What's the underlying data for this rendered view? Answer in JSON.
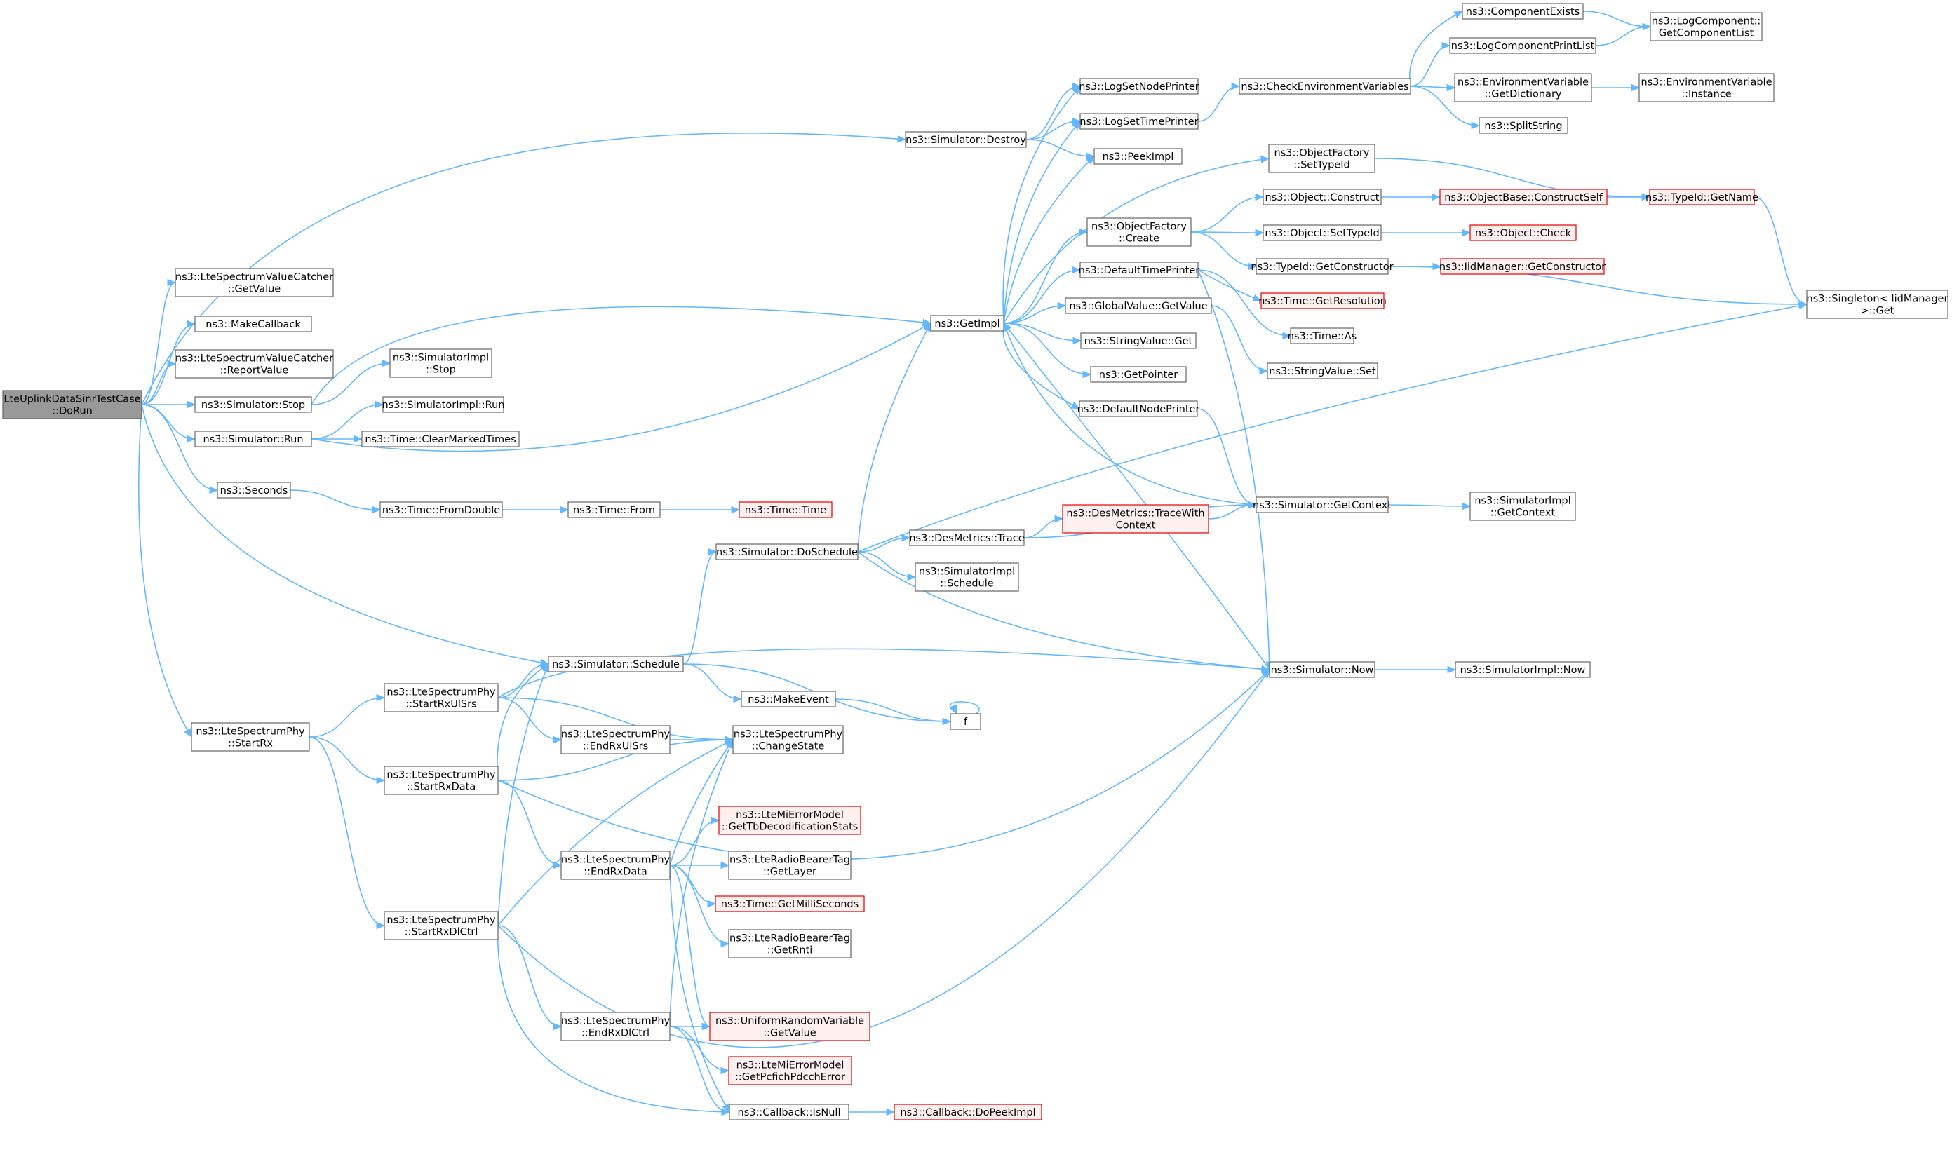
{
  "colors": {
    "edge": "#63b8ff",
    "node_border": "#666666",
    "node_fill": "#ffffff",
    "highlight_border": "#e50000",
    "highlight_fill": "#fff0f0",
    "root_fill": "#999999"
  },
  "nodes": [
    {
      "id": "root",
      "lines": [
        "LteUplinkDataSinrTestCase",
        "::DoRun"
      ],
      "style": "root"
    },
    {
      "id": "destroy",
      "lines": [
        "ns3::Simulator::Destroy"
      ]
    },
    {
      "id": "catcherGetValue",
      "lines": [
        "ns3::LteSpectrumValueCatcher",
        "::GetValue"
      ]
    },
    {
      "id": "makeCallback",
      "lines": [
        "ns3::MakeCallback"
      ]
    },
    {
      "id": "catcherReport",
      "lines": [
        "ns3::LteSpectrumValueCatcher",
        "::ReportValue"
      ]
    },
    {
      "id": "simStop",
      "lines": [
        "ns3::Simulator::Stop"
      ]
    },
    {
      "id": "simRun",
      "lines": [
        "ns3::Simulator::Run"
      ]
    },
    {
      "id": "seconds",
      "lines": [
        "ns3::Seconds"
      ]
    },
    {
      "id": "schedule",
      "lines": [
        "ns3::Simulator::Schedule"
      ]
    },
    {
      "id": "startRx",
      "lines": [
        "ns3::LteSpectrumPhy",
        "::StartRx"
      ]
    },
    {
      "id": "implStop",
      "lines": [
        "ns3::SimulatorImpl",
        "::Stop"
      ]
    },
    {
      "id": "implRun",
      "lines": [
        "ns3::SimulatorImpl::Run"
      ]
    },
    {
      "id": "clearMarked",
      "lines": [
        "ns3::Time::ClearMarkedTimes"
      ]
    },
    {
      "id": "fromDouble",
      "lines": [
        "ns3::Time::FromDouble"
      ]
    },
    {
      "id": "timeFrom",
      "lines": [
        "ns3::Time::From"
      ]
    },
    {
      "id": "timeTime",
      "lines": [
        "ns3::Time::Time"
      ],
      "style": "red"
    },
    {
      "id": "getImpl",
      "lines": [
        "ns3::GetImpl"
      ]
    },
    {
      "id": "logNode",
      "lines": [
        "ns3::LogSetNodePrinter"
      ]
    },
    {
      "id": "logTime",
      "lines": [
        "ns3::LogSetTimePrinter"
      ]
    },
    {
      "id": "peekImpl",
      "lines": [
        "ns3::PeekImpl"
      ]
    },
    {
      "id": "ofCreate",
      "lines": [
        "ns3::ObjectFactory",
        "::Create"
      ]
    },
    {
      "id": "defTime",
      "lines": [
        "ns3::DefaultTimePrinter"
      ]
    },
    {
      "id": "gvGetValue",
      "lines": [
        "ns3::GlobalValue::GetValue"
      ]
    },
    {
      "id": "svGet",
      "lines": [
        "ns3::StringValue::Get"
      ]
    },
    {
      "id": "getPointer",
      "lines": [
        "ns3::GetPointer"
      ]
    },
    {
      "id": "defNode",
      "lines": [
        "ns3::DefaultNodePrinter"
      ]
    },
    {
      "id": "checkEnv",
      "lines": [
        "ns3::CheckEnvironmentVariables"
      ]
    },
    {
      "id": "ofSetTypeId",
      "lines": [
        "ns3::ObjectFactory",
        "::SetTypeId"
      ]
    },
    {
      "id": "objConstruct",
      "lines": [
        "ns3::Object::Construct"
      ]
    },
    {
      "id": "objSetTypeId",
      "lines": [
        "ns3::Object::SetTypeId"
      ]
    },
    {
      "id": "tidGetCtor",
      "lines": [
        "ns3::TypeId::GetConstructor"
      ]
    },
    {
      "id": "getRes",
      "lines": [
        "ns3::Time::GetResolution"
      ],
      "style": "red"
    },
    {
      "id": "timeAs",
      "lines": [
        "ns3::Time::As"
      ]
    },
    {
      "id": "svSet",
      "lines": [
        "ns3::StringValue::Set"
      ]
    },
    {
      "id": "getContext",
      "lines": [
        "ns3::Simulator::GetContext"
      ]
    },
    {
      "id": "simNow",
      "lines": [
        "ns3::Simulator::Now"
      ]
    },
    {
      "id": "compExists",
      "lines": [
        "ns3::ComponentExists"
      ]
    },
    {
      "id": "logCompPrint",
      "lines": [
        "ns3::LogComponentPrintList"
      ]
    },
    {
      "id": "envGetDict",
      "lines": [
        "ns3::EnvironmentVariable",
        "::GetDictionary"
      ]
    },
    {
      "id": "splitString",
      "lines": [
        "ns3::SplitString"
      ]
    },
    {
      "id": "logCompList",
      "lines": [
        "ns3::LogComponent::",
        "GetComponentList"
      ]
    },
    {
      "id": "envInstance",
      "lines": [
        "ns3::EnvironmentVariable",
        "::Instance"
      ]
    },
    {
      "id": "obConstructSelf",
      "lines": [
        "ns3::ObjectBase::ConstructSelf"
      ],
      "style": "red"
    },
    {
      "id": "objCheck",
      "lines": [
        "ns3::Object::Check"
      ],
      "style": "red"
    },
    {
      "id": "iidGetCtor",
      "lines": [
        "ns3::IidManager::GetConstructor"
      ],
      "style": "red"
    },
    {
      "id": "tidGetName",
      "lines": [
        "ns3::TypeId::GetName"
      ],
      "style": "red"
    },
    {
      "id": "singletonGet",
      "lines": [
        "ns3::Singleton< IidManager",
        " >::Get"
      ]
    },
    {
      "id": "implGetContext",
      "lines": [
        "ns3::SimulatorImpl",
        "::GetContext"
      ]
    },
    {
      "id": "implNow",
      "lines": [
        "ns3::SimulatorImpl::Now"
      ]
    },
    {
      "id": "doSchedule",
      "lines": [
        "ns3::Simulator::DoSchedule"
      ]
    },
    {
      "id": "desTrace",
      "lines": [
        "ns3::DesMetrics::Trace"
      ]
    },
    {
      "id": "desTraceCtx",
      "lines": [
        "ns3::DesMetrics::TraceWith",
        "Context"
      ],
      "style": "red"
    },
    {
      "id": "implSchedule",
      "lines": [
        "ns3::SimulatorImpl",
        "::Schedule"
      ]
    },
    {
      "id": "makeEvent",
      "lines": [
        "ns3::MakeEvent"
      ]
    },
    {
      "id": "fNode",
      "lines": [
        "f"
      ]
    },
    {
      "id": "startUlSrs",
      "lines": [
        "ns3::LteSpectrumPhy",
        "::StartRxUlSrs"
      ]
    },
    {
      "id": "endUlSrs",
      "lines": [
        "ns3::LteSpectrumPhy",
        "::EndRxUlSrs"
      ]
    },
    {
      "id": "changeState",
      "lines": [
        "ns3::LteSpectrumPhy",
        "::ChangeState"
      ]
    },
    {
      "id": "startData",
      "lines": [
        "ns3::LteSpectrumPhy",
        "::StartRxData"
      ]
    },
    {
      "id": "endData",
      "lines": [
        "ns3::LteSpectrumPhy",
        "::EndRxData"
      ]
    },
    {
      "id": "tbStats",
      "lines": [
        "ns3::LteMiErrorModel",
        "::GetTbDecodificationStats"
      ],
      "style": "red"
    },
    {
      "id": "getLayer",
      "lines": [
        "ns3::LteRadioBearerTag",
        "::GetLayer"
      ]
    },
    {
      "id": "getMilli",
      "lines": [
        "ns3::Time::GetMilliSeconds"
      ],
      "style": "red"
    },
    {
      "id": "getRnti",
      "lines": [
        "ns3::LteRadioBearerTag",
        "::GetRnti"
      ]
    },
    {
      "id": "startDlCtrl",
      "lines": [
        "ns3::LteSpectrumPhy",
        "::StartRxDlCtrl"
      ]
    },
    {
      "id": "endDlCtrl",
      "lines": [
        "ns3::LteSpectrumPhy",
        "::EndRxDlCtrl"
      ]
    },
    {
      "id": "urvGetValue",
      "lines": [
        "ns3::UniformRandomVariable",
        "::GetValue"
      ],
      "style": "red"
    },
    {
      "id": "pcfich",
      "lines": [
        "ns3::LteMiErrorModel",
        "::GetPcfichPdcchError"
      ],
      "style": "red"
    },
    {
      "id": "isNull",
      "lines": [
        "ns3::Callback::IsNull"
      ]
    },
    {
      "id": "doPeek",
      "lines": [
        "ns3::Callback::DoPeekImpl"
      ],
      "style": "red"
    }
  ],
  "edges": [
    [
      "root",
      "destroy"
    ],
    [
      "root",
      "catcherGetValue"
    ],
    [
      "root",
      "makeCallback"
    ],
    [
      "root",
      "catcherReport"
    ],
    [
      "root",
      "simStop"
    ],
    [
      "root",
      "simRun"
    ],
    [
      "root",
      "seconds"
    ],
    [
      "root",
      "schedule"
    ],
    [
      "root",
      "startRx"
    ],
    [
      "destroy",
      "logNode"
    ],
    [
      "destroy",
      "logTime"
    ],
    [
      "destroy",
      "peekImpl"
    ],
    [
      "simStop",
      "implStop"
    ],
    [
      "simStop",
      "getImpl"
    ],
    [
      "simRun",
      "implRun"
    ],
    [
      "simRun",
      "clearMarked"
    ],
    [
      "simRun",
      "getImpl"
    ],
    [
      "seconds",
      "fromDouble"
    ],
    [
      "fromDouble",
      "timeFrom"
    ],
    [
      "timeFrom",
      "timeTime"
    ],
    [
      "getImpl",
      "logNode"
    ],
    [
      "getImpl",
      "logTime"
    ],
    [
      "getImpl",
      "peekImpl"
    ],
    [
      "getImpl",
      "ofSetTypeId"
    ],
    [
      "getImpl",
      "ofCreate"
    ],
    [
      "getImpl",
      "defTime"
    ],
    [
      "getImpl",
      "gvGetValue"
    ],
    [
      "getImpl",
      "svGet"
    ],
    [
      "getImpl",
      "getPointer"
    ],
    [
      "getImpl",
      "defNode"
    ],
    [
      "logTime",
      "checkEnv"
    ],
    [
      "checkEnv",
      "compExists"
    ],
    [
      "checkEnv",
      "logCompPrint"
    ],
    [
      "checkEnv",
      "envGetDict"
    ],
    [
      "checkEnv",
      "splitString"
    ],
    [
      "compExists",
      "logCompList"
    ],
    [
      "logCompPrint",
      "logCompList"
    ],
    [
      "envGetDict",
      "envInstance"
    ],
    [
      "ofSetTypeId",
      "tidGetName"
    ],
    [
      "ofCreate",
      "objConstruct"
    ],
    [
      "ofCreate",
      "objSetTypeId"
    ],
    [
      "ofCreate",
      "tidGetCtor"
    ],
    [
      "objConstruct",
      "obConstructSelf"
    ],
    [
      "obConstructSelf",
      "tidGetName"
    ],
    [
      "objSetTypeId",
      "objCheck"
    ],
    [
      "tidGetCtor",
      "iidGetCtor"
    ],
    [
      "tidGetCtor",
      "singletonGet"
    ],
    [
      "tidGetName",
      "singletonGet"
    ],
    [
      "defTime",
      "getRes"
    ],
    [
      "defTime",
      "timeAs"
    ],
    [
      "defTime",
      "simNow"
    ],
    [
      "gvGetValue",
      "svSet"
    ],
    [
      "defNode",
      "getContext"
    ],
    [
      "getContext",
      "getImpl"
    ],
    [
      "getContext",
      "implGetContext"
    ],
    [
      "simNow",
      "getImpl"
    ],
    [
      "simNow",
      "implNow"
    ],
    [
      "schedule",
      "doSchedule"
    ],
    [
      "schedule",
      "makeEvent"
    ],
    [
      "schedule",
      "fNode"
    ],
    [
      "doSchedule",
      "getImpl"
    ],
    [
      "doSchedule",
      "desTrace"
    ],
    [
      "doSchedule",
      "implSchedule"
    ],
    [
      "doSchedule",
      "simNow"
    ],
    [
      "doSchedule",
      "singletonGet"
    ],
    [
      "desTrace",
      "desTraceCtx"
    ],
    [
      "desTrace",
      "getContext"
    ],
    [
      "desTraceCtx",
      "getContext"
    ],
    [
      "makeEvent",
      "fNode"
    ],
    [
      "fNode",
      "fNode"
    ],
    [
      "startRx",
      "startUlSrs"
    ],
    [
      "startRx",
      "startData"
    ],
    [
      "startRx",
      "startDlCtrl"
    ],
    [
      "startUlSrs",
      "simNow"
    ],
    [
      "startUlSrs",
      "schedule"
    ],
    [
      "startUlSrs",
      "endUlSrs"
    ],
    [
      "startUlSrs",
      "changeState"
    ],
    [
      "endUlSrs",
      "changeState"
    ],
    [
      "startData",
      "schedule"
    ],
    [
      "startData",
      "changeState"
    ],
    [
      "startData",
      "endData"
    ],
    [
      "startData",
      "simNow"
    ],
    [
      "endData",
      "changeState"
    ],
    [
      "endData",
      "tbStats"
    ],
    [
      "endData",
      "getLayer"
    ],
    [
      "endData",
      "getMilli"
    ],
    [
      "endData",
      "getRnti"
    ],
    [
      "endData",
      "urvGetValue"
    ],
    [
      "endData",
      "isNull"
    ],
    [
      "startDlCtrl",
      "schedule"
    ],
    [
      "startDlCtrl",
      "changeState"
    ],
    [
      "startDlCtrl",
      "endDlCtrl"
    ],
    [
      "startDlCtrl",
      "isNull"
    ],
    [
      "startDlCtrl",
      "simNow"
    ],
    [
      "endDlCtrl",
      "changeState"
    ],
    [
      "endDlCtrl",
      "urvGetValue"
    ],
    [
      "endDlCtrl",
      "pcfich"
    ],
    [
      "endDlCtrl",
      "isNull"
    ],
    [
      "isNull",
      "doPeek"
    ]
  ]
}
